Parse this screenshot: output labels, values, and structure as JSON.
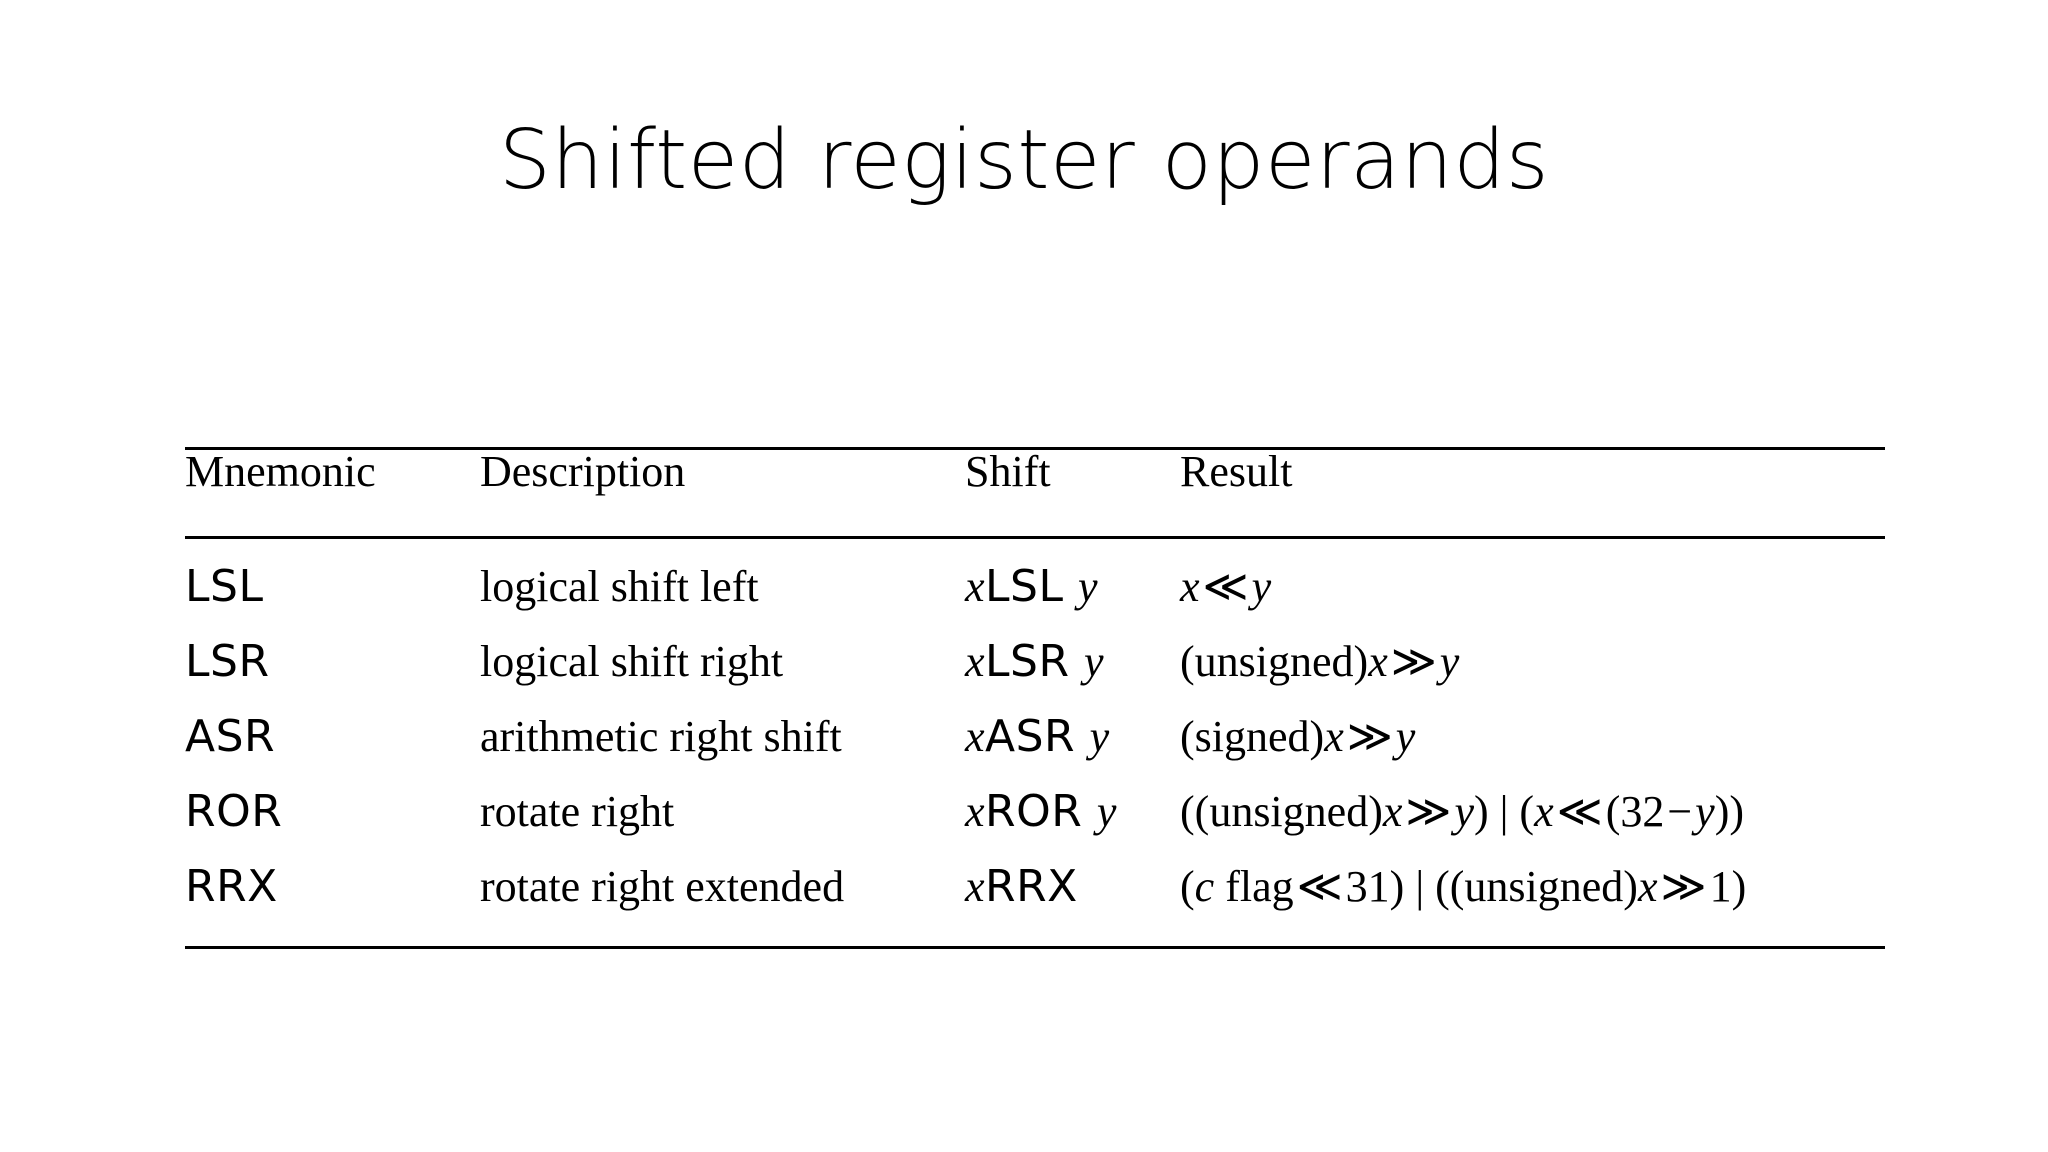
{
  "slide": {
    "title": "Shifted register operands",
    "background_color": "#ffffff",
    "text_color": "#000000",
    "rule_color": "#000000"
  },
  "table": {
    "headers": {
      "mnemonic": "Mnemonic",
      "description": "Description",
      "shift": "Shift",
      "result": "Result"
    },
    "rows": [
      {
        "mnemonic": "LSL",
        "description": "logical shift left",
        "shift": "xLSL y",
        "shift_parts": {
          "x": "x",
          "op": "LSL",
          "y": "y"
        },
        "result": "x ≪ y",
        "result_parts": {
          "cast": "",
          "lhs": "x",
          "op": "≪",
          "rhs": "y"
        }
      },
      {
        "mnemonic": "LSR",
        "description": "logical shift right",
        "shift": "xLSR y",
        "shift_parts": {
          "x": "x",
          "op": "LSR",
          "y": "y"
        },
        "result": "(unsigned)x ≫ y",
        "result_parts": {
          "cast": "(unsigned)",
          "lhs": "x",
          "op": "≫",
          "rhs": "y"
        }
      },
      {
        "mnemonic": "ASR",
        "description": "arithmetic right shift",
        "shift": "xASR y",
        "shift_parts": {
          "x": "x",
          "op": "ASR",
          "y": "y"
        },
        "result": "(signed)x ≫ y",
        "result_parts": {
          "cast": "(signed)",
          "lhs": "x",
          "op": "≫",
          "rhs": "y"
        }
      },
      {
        "mnemonic": "ROR",
        "description": "rotate right",
        "shift": "xROR y",
        "shift_parts": {
          "x": "x",
          "op": "ROR",
          "y": "y"
        },
        "result": "((unsigned)x ≫ y) | (x ≪ (32 − y))",
        "result_parts": {
          "open": "((",
          "cast": "unsigned)",
          "lhs": "x",
          "op": "≫",
          "rhs": "y",
          "mid": ") | (",
          "lhs2": "x",
          "op2": "≪",
          "const": "(32",
          "minus": "−",
          "rhs2": "y",
          "close": "))"
        }
      },
      {
        "mnemonic": "RRX",
        "description": "rotate right extended",
        "shift": "xRRX",
        "shift_parts": {
          "x": "x",
          "op": "RRX",
          "y": ""
        },
        "result": "(c flag ≪ 31) | ((unsigned)x ≫ 1)",
        "result_parts": {
          "open": "(",
          "flag_var": "c",
          "flag_word": "flag",
          "op": "≪",
          "const": "31)",
          "pipe": "|",
          "open2": "((unsigned)",
          "lhs2": "x",
          "op2": "≫",
          "const2": "1)"
        }
      }
    ]
  }
}
